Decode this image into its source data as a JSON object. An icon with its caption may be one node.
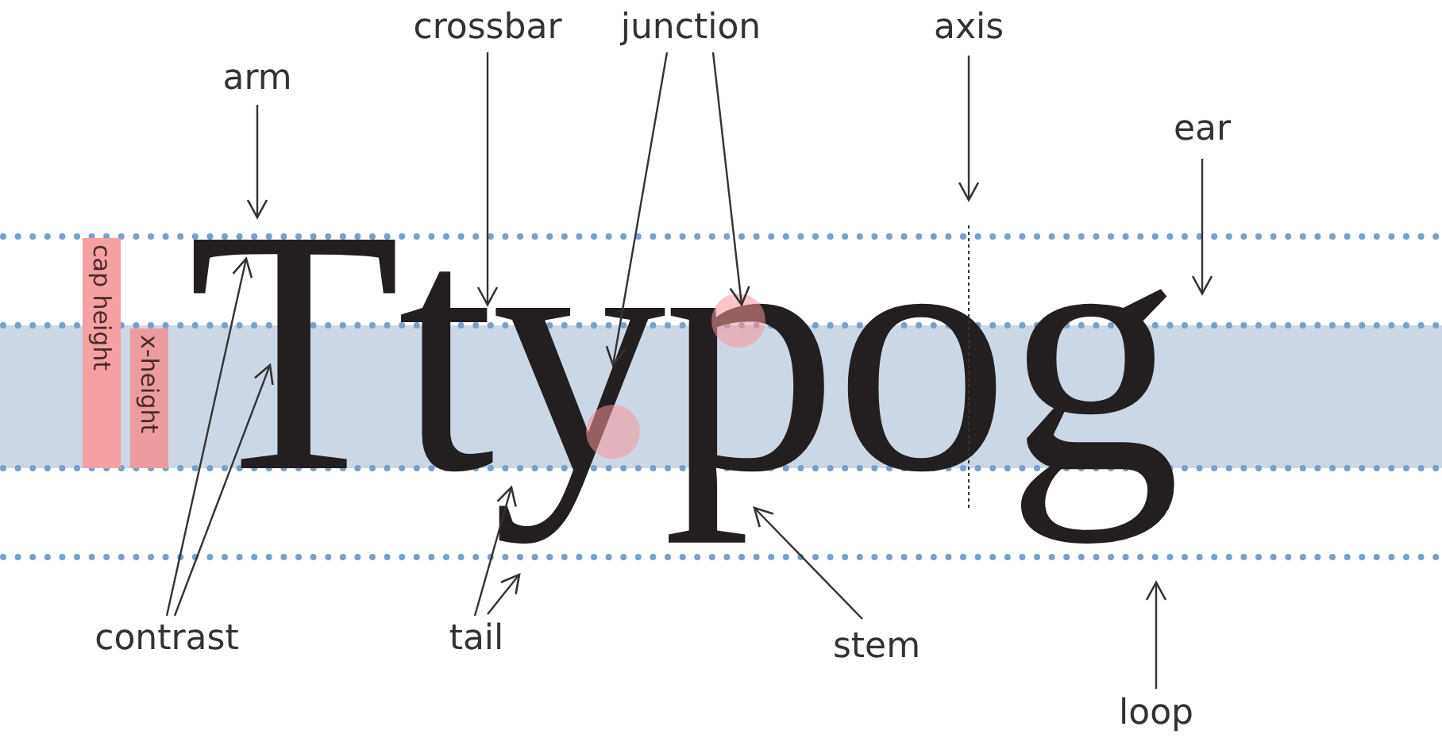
{
  "diagram": {
    "nodes": [
      {
        "text": [
          "crossbar"
        ]
      },
      {
        "text": [
          "junction"
        ]
      },
      {
        "text": [
          "axis"
        ]
      },
      {
        "text": [
          "arm"
        ]
      },
      {
        "text": [
          "ear"
        ]
      },
      {
        "text": [
          "cap height"
        ]
      },
      {
        "text": [
          "x-height"
        ]
      },
      {
        "text": [
          "contrast"
        ]
      },
      {
        "text": [
          "tail"
        ]
      },
      {
        "text": [
          "stem"
        ]
      },
      {
        "text": [
          "loop"
        ]
      },
      {
        "text": [
          "Ttypog"
        ]
      }
    ],
    "edges": [
      {
        "from": 0,
        "to": 11,
        "arrow": "to"
      },
      {
        "from": 1,
        "to": 11,
        "arrow": "to"
      },
      {
        "from": 1,
        "to": 11,
        "arrow": "to"
      },
      {
        "from": 2,
        "to": 11,
        "arrow": "to"
      },
      {
        "from": 3,
        "to": 11,
        "arrow": "to"
      },
      {
        "from": 4,
        "to": 11,
        "arrow": "to"
      },
      {
        "from": 7,
        "to": 11,
        "arrow": "to"
      },
      {
        "from": 7,
        "to": 11,
        "arrow": "to"
      },
      {
        "from": 8,
        "to": 11,
        "arrow": "to"
      },
      {
        "from": 8,
        "to": 11,
        "arrow": "to"
      },
      {
        "from": 9,
        "to": 11,
        "arrow": "to"
      },
      {
        "from": 10,
        "to": 11,
        "arrow": "to"
      }
    ]
  }
}
